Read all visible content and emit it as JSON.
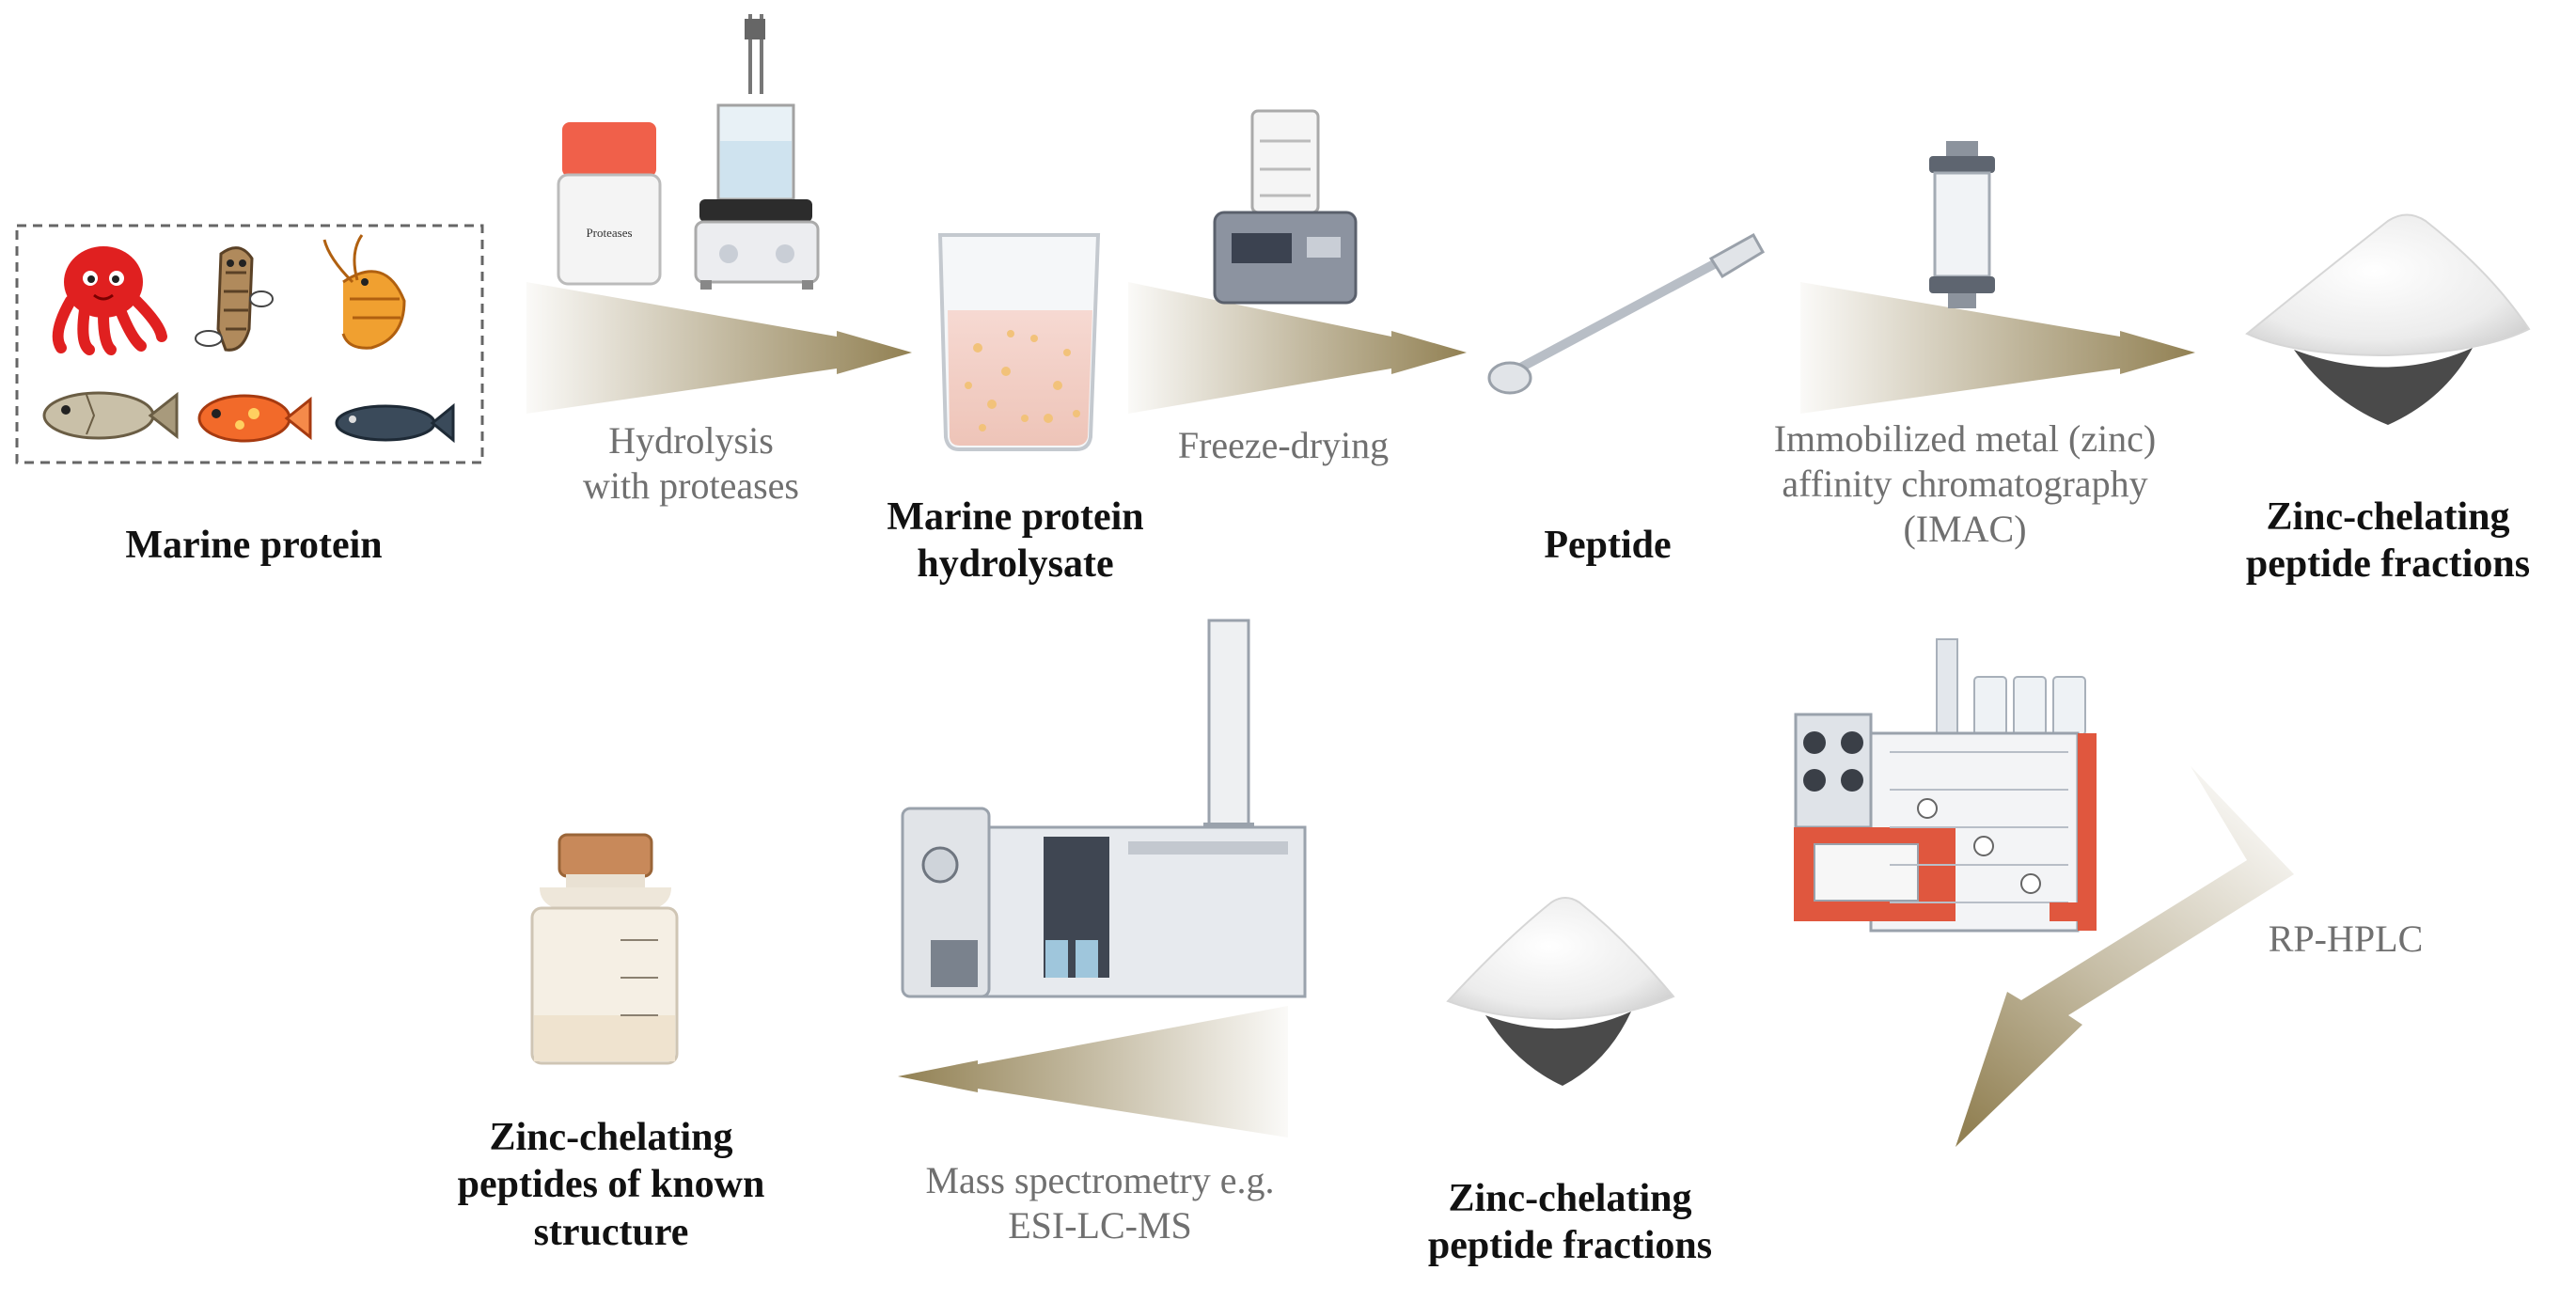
{
  "colors": {
    "arrow": "#8c7a4a",
    "label": "#111111",
    "step_text": "#707070",
    "powder": "#f2f2f2",
    "powder_shadow": "#4a4a4a",
    "hplc_accent": "#e0573e",
    "octopus": "#e02020",
    "shrimp": "#f0a030"
  },
  "products": {
    "marine_protein": [
      "Marine protein"
    ],
    "hydrolysate": [
      "Marine protein",
      "hydrolysate"
    ],
    "peptide": [
      "Peptide"
    ],
    "fractions_top": [
      "Zinc-chelating",
      "peptide fractions"
    ],
    "fractions_bottom": [
      "Zinc-chelating",
      "peptide fractions"
    ],
    "known_structure": [
      "Zinc-chelating",
      "peptides of known",
      "structure"
    ]
  },
  "steps": {
    "hydrolysis": [
      "Hydrolysis",
      "with proteases"
    ],
    "freeze_drying": [
      "Freeze-drying"
    ],
    "imac": [
      "Immobilized metal (zinc)",
      "affinity chromatography",
      "(IMAC)"
    ],
    "rp_hplc": [
      "RP-HPLC"
    ],
    "mass_spec": [
      "Mass spectrometry e.g.",
      "ESI-LC-MS"
    ]
  },
  "icons": {
    "protease_bottle_label": "Proteases",
    "marine_sources": [
      "octopus-icon",
      "sea-cucumber-icon",
      "shrimp-icon",
      "fish-icon",
      "goldfish-icon",
      "tuna-icon"
    ],
    "equipment": [
      "stirrer-icon",
      "freeze-dryer-icon",
      "spatula-icon",
      "column-icon",
      "hplc-instrument-icon",
      "mass-spectrometer-icon",
      "vial-icon",
      "powder-icon"
    ]
  }
}
